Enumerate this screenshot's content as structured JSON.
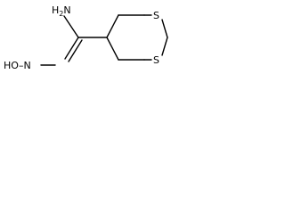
{
  "molecule": {
    "atoms": {
      "amine": {
        "label": "H",
        "subscript": "2",
        "prefix": "N"
      },
      "hydroxyimino": {
        "label": "HO",
        "separator": "–",
        "suffix": "N"
      },
      "sulfur_top": {
        "label": "S"
      },
      "sulfur_bottom": {
        "label": "S"
      }
    }
  }
}
